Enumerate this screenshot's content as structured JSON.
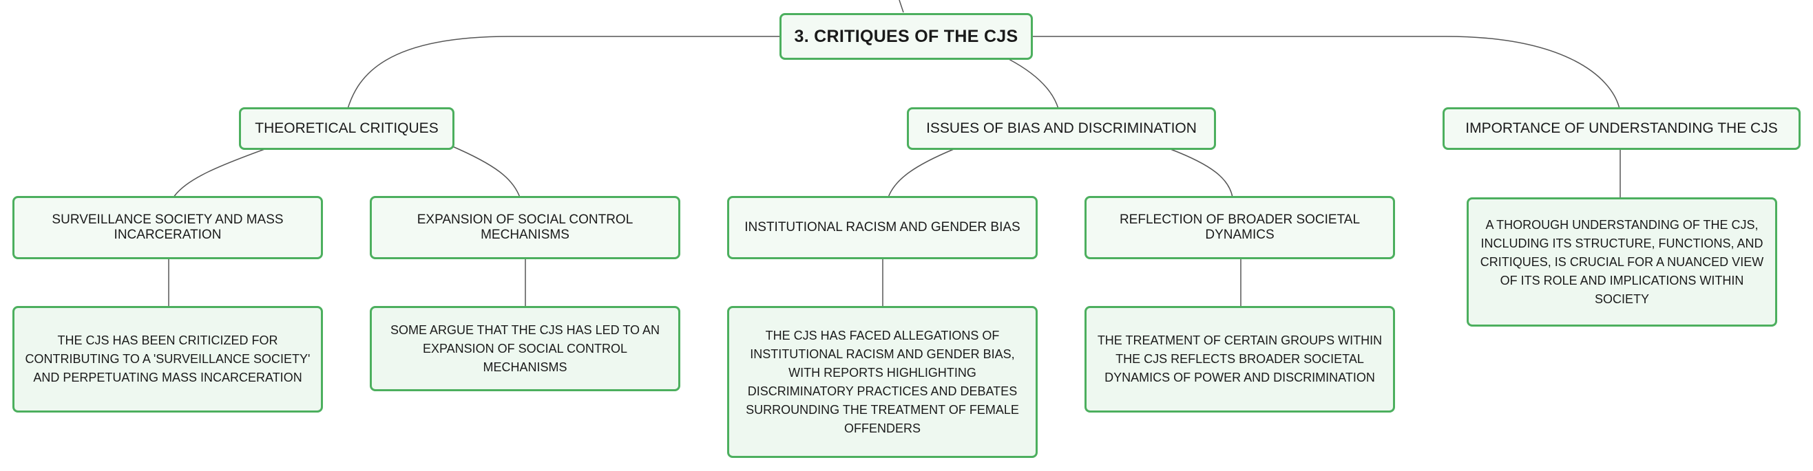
{
  "root": {
    "label": "3. CRITIQUES OF THE CJS"
  },
  "branches": [
    {
      "label": "THEORETICAL CRITIQUES",
      "children": [
        {
          "label": "SURVEILLANCE SOCIETY AND MASS INCARCERATION",
          "detail": "THE CJS HAS BEEN CRITICIZED FOR CONTRIBUTING TO A 'SURVEILLANCE SOCIETY' AND PERPETUATING MASS INCARCERATION"
        },
        {
          "label": "EXPANSION OF SOCIAL CONTROL MECHANISMS",
          "detail": "SOME ARGUE THAT THE CJS HAS LED TO AN EXPANSION OF SOCIAL CONTROL MECHANISMS"
        }
      ]
    },
    {
      "label": "ISSUES OF BIAS AND DISCRIMINATION",
      "children": [
        {
          "label": "INSTITUTIONAL RACISM AND GENDER BIAS",
          "detail": "THE CJS HAS FACED ALLEGATIONS OF INSTITUTIONAL RACISM AND GENDER BIAS, WITH REPORTS HIGHLIGHTING DISCRIMINATORY PRACTICES AND DEBATES SURROUNDING THE TREATMENT OF FEMALE OFFENDERS"
        },
        {
          "label": "REFLECTION OF BROADER SOCIETAL DYNAMICS",
          "detail": "THE TREATMENT OF CERTAIN GROUPS WITHIN THE CJS REFLECTS BROADER SOCIETAL DYNAMICS OF POWER AND DISCRIMINATION"
        }
      ]
    },
    {
      "label": "IMPORTANCE OF UNDERSTANDING THE CJS",
      "detail": "A THOROUGH UNDERSTANDING OF THE CJS, INCLUDING ITS STRUCTURE, FUNCTIONS, AND CRITIQUES, IS CRUCIAL FOR A NUANCED VIEW OF ITS ROLE AND IMPLICATIONS WITHIN SOCIETY"
    }
  ]
}
